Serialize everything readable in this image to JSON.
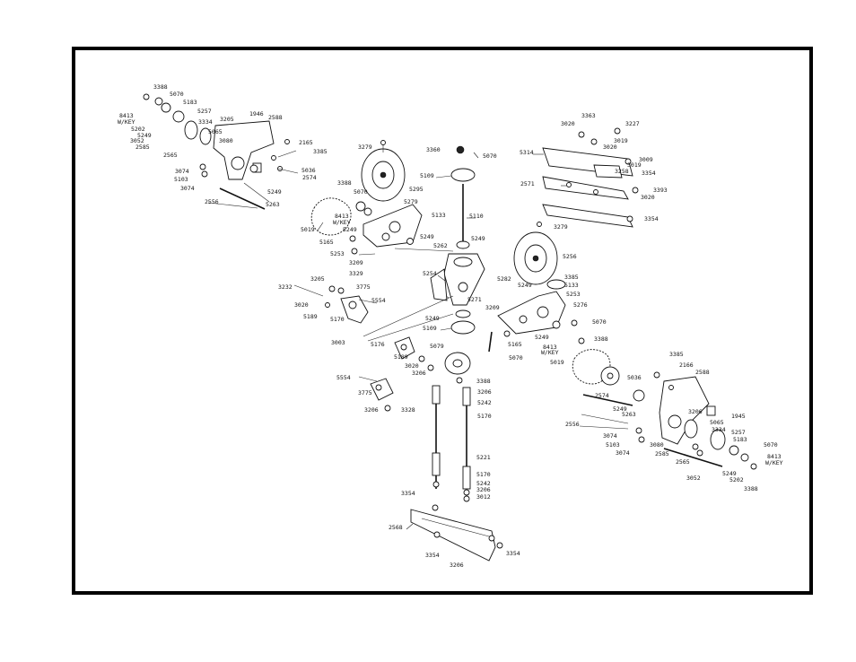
{
  "labels": {
    "ul_3388": "3388",
    "ul_5070": "5070",
    "ul_5183": "5183",
    "ul_8413": "8413",
    "ul_wkey": "W/KEY",
    "ul_5257": "5257",
    "ul_5202": "5202",
    "ul_5249": "5249",
    "ul_3052": "3052",
    "ul_2585": "2585",
    "ul_3334": "3334",
    "ul_5065": "5065",
    "ul_3080": "3080",
    "ul_3205": "3205",
    "ul_1946": "1946",
    "ul_2588": "2588",
    "ul_2165": "2165",
    "ul_3385": "3385",
    "ul_2565": "2565",
    "ul_3074a": "3074",
    "ul_5103": "5103",
    "ul_3074b": "3074",
    "ul_5036": "5036",
    "ul_2574": "2574",
    "ul_5249b": "5249",
    "ul_2556": "2556",
    "ul_5263": "5263",
    "c_3279": "3279",
    "c_3388": "3388",
    "c_5070": "5070",
    "c_8413": "8413",
    "c_wkey": "W/KEY",
    "c_5295": "5295",
    "c_5279": "5279",
    "c_5133": "5133",
    "c_5019": "5019",
    "c_5249": "5249",
    "c_5165": "5165",
    "c_5249b": "5249",
    "c_5262": "5262",
    "c_5253": "5253",
    "c_3209": "3209",
    "m_3360": "3360",
    "m_5070": "5070",
    "m_5109": "5109",
    "m_5110": "5110",
    "m_5249": "5249",
    "m_5254": "5254",
    "m_5271": "5271",
    "m_3209": "3209",
    "m_5249b": "5249",
    "m_5109b": "5109",
    "m_5079": "5079",
    "m_5070b": "5070",
    "m_3388": "3388",
    "m_3206": "3206",
    "m_5242": "5242",
    "m_5170": "5170",
    "m_5221": "5221",
    "m_5170b": "5170",
    "m_5242b": "5242",
    "m_3206b": "3206",
    "m_3012": "3012",
    "m_5165": "5165",
    "l_3329": "3329",
    "l_3205": "3205",
    "l_3775": "3775",
    "l_3232": "3232",
    "l_5554": "5554",
    "l_3020": "3020",
    "l_5189": "5189",
    "l_5170": "5170",
    "l_3003": "3003",
    "l_5176": "5176",
    "l_5189b": "5189",
    "l_3020b": "3020",
    "l_3206": "3206",
    "l_5554b": "5554",
    "l_3775b": "3775",
    "l_3206b": "3206",
    "l_3328": "3328",
    "b_3354": "3354",
    "b_2568": "2568",
    "b_3354b": "3354",
    "b_3206": "3206",
    "b_3354c": "3354",
    "ur_3363": "3363",
    "ur_3227": "3227",
    "ur_3020": "3020",
    "ur_3019": "3019",
    "ur_3020b": "3020",
    "ur_5314": "5314",
    "ur_3009": "3009",
    "ur_3019b": "3019",
    "ur_3258": "3258",
    "ur_3354": "3354",
    "ur_2571": "2571",
    "ur_3393": "3393",
    "ur_3020c": "3020",
    "ur_3354b": "3354",
    "r_3279": "3279",
    "r_5256": "5256",
    "r_3385": "3385",
    "r_5133": "5133",
    "r_5282": "5282",
    "r_5249": "5249",
    "r_5253": "5253",
    "r_5276": "5276",
    "r_5070": "5070",
    "r_5249b": "5249",
    "r_3388": "3388",
    "r_8413": "8413",
    "r_wkey": "W/KEY",
    "r_5019": "5019",
    "lr_3385": "3385",
    "lr_2166": "2166",
    "lr_2588": "2588",
    "lr_5036": "5036",
    "lr_2574": "2574",
    "lr_3206": "3206",
    "lr_1945": "1945",
    "lr_5249": "5249",
    "lr_5263": "5263",
    "lr_2556": "2556",
    "lr_5065": "5065",
    "lr_3334": "3334",
    "lr_5257": "5257",
    "lr_3074": "3074",
    "lr_5183": "5183",
    "lr_5070": "5070",
    "lr_5103": "5103",
    "lr_3080": "3080",
    "lr_2585": "2585",
    "lr_3074b": "3074",
    "lr_2565": "2565",
    "lr_8413": "8413",
    "lr_wkey": "W/KEY",
    "lr_5249b": "5249",
    "lr_5202": "5202",
    "lr_3052": "3052",
    "lr_3388": "3388"
  }
}
